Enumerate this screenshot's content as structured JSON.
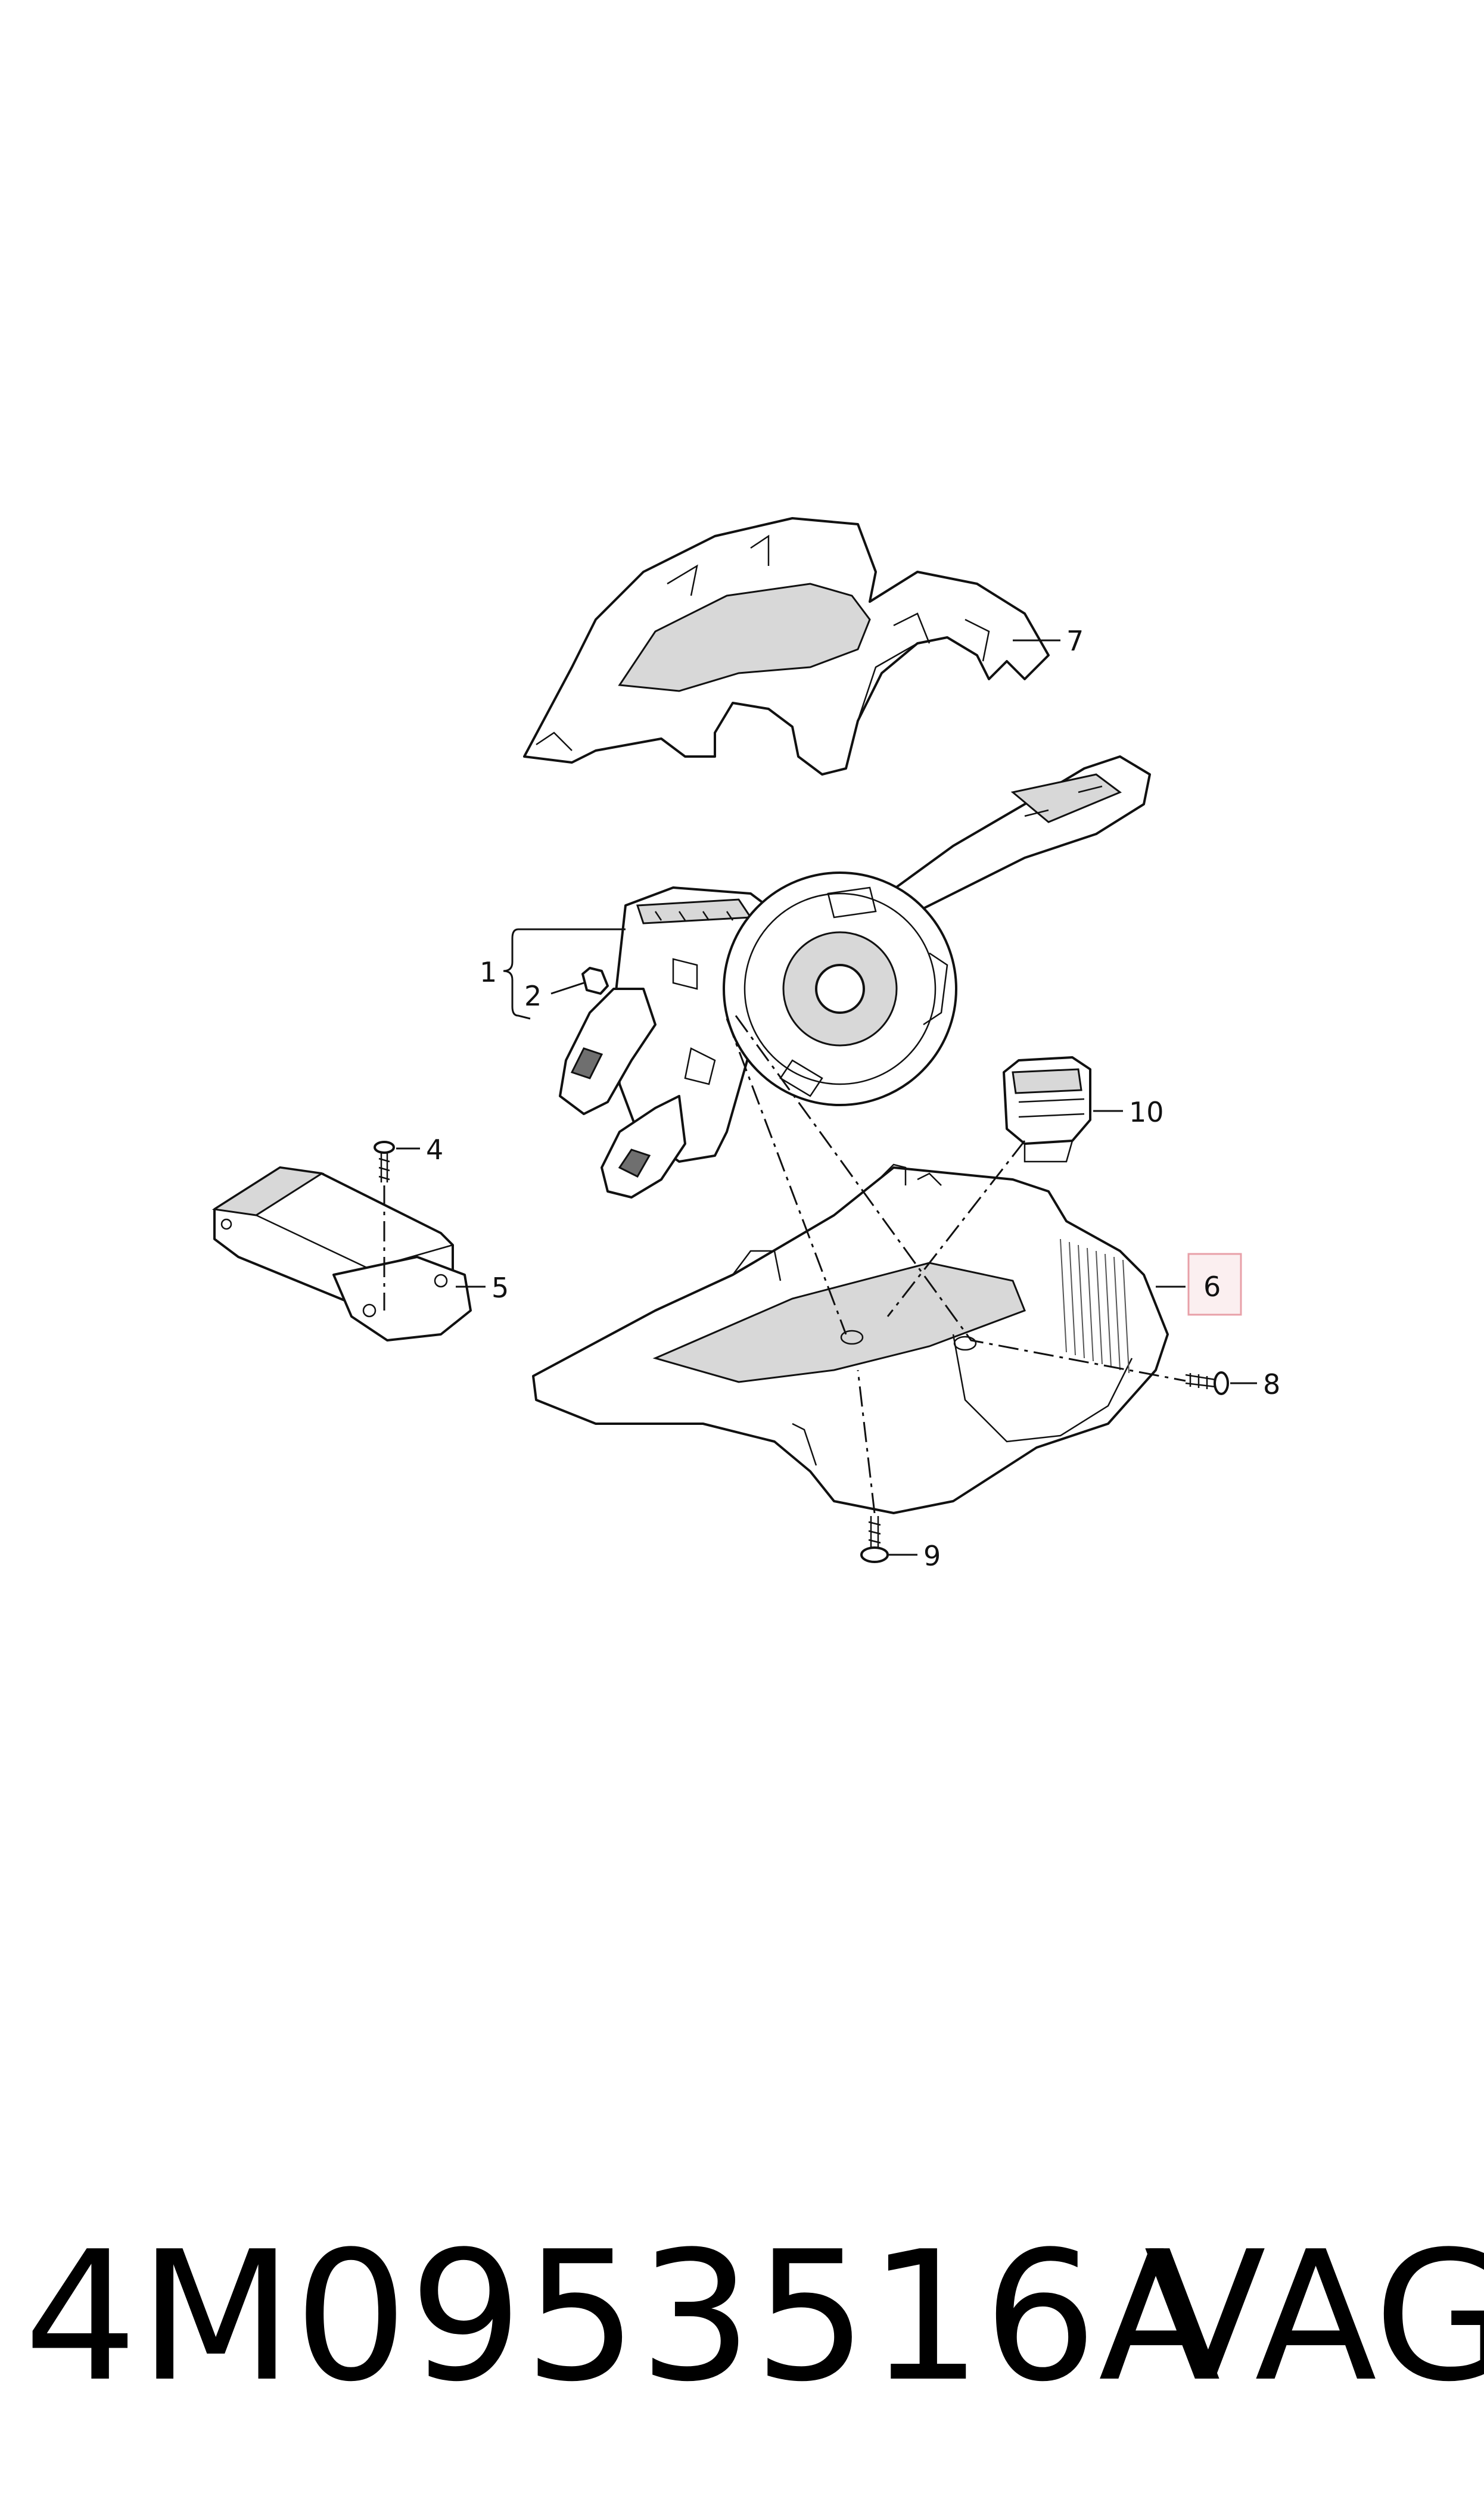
{
  "callouts": {
    "c1": "1",
    "c2": "2",
    "c4": "4",
    "c5": "5",
    "c6": "6",
    "c7": "7",
    "c8": "8",
    "c9": "9",
    "c10": "10"
  },
  "caption": {
    "part_number": "4M0953516A",
    "brand": "VAG"
  },
  "colors": {
    "highlight_box": "#e8a0a8",
    "highlight_fill": "#fbeff0"
  }
}
